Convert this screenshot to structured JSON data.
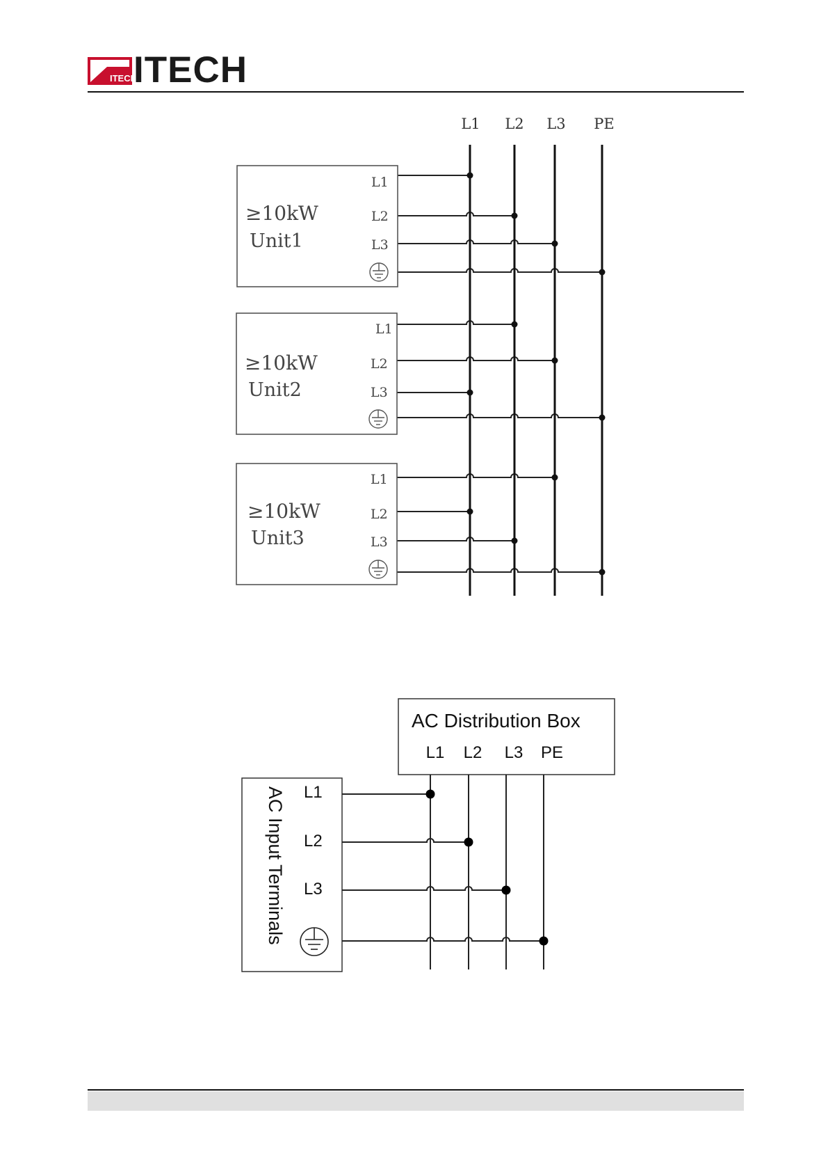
{
  "brand": {
    "name": "ITECH",
    "mark_text": "ITECH",
    "colors": {
      "mark_red": "#c8102e",
      "text": "#1a1a1a"
    }
  },
  "diagram_top": {
    "bus_labels": [
      "L1",
      "L2",
      "L3",
      "PE"
    ],
    "units": [
      {
        "rating": "≥10kW",
        "name": "Unit1",
        "terminals": [
          "L1",
          "L2",
          "L3"
        ],
        "ground_symbol": "protective-earth",
        "connections": {
          "L1": "L1",
          "L2": "L2",
          "L3": "L3",
          "PE": "PE"
        }
      },
      {
        "rating": "≥10kW",
        "name": "Unit2",
        "terminals": [
          "L1",
          "L2",
          "L3"
        ],
        "ground_symbol": "protective-earth",
        "connections": {
          "L1": "L2",
          "L2": "L3",
          "L3": "L1",
          "PE": "PE"
        }
      },
      {
        "rating": "≥10kW",
        "name": "Unit3",
        "terminals": [
          "L1",
          "L2",
          "L3"
        ],
        "ground_symbol": "protective-earth",
        "connections": {
          "L1": "L3",
          "L2": "L1",
          "L3": "L2",
          "PE": "PE"
        }
      }
    ]
  },
  "diagram_bottom": {
    "source_title": "AC Distribution Box",
    "source_labels": [
      "L1",
      "L2",
      "L3",
      "PE"
    ],
    "terminal_title": "AC Input Terminals",
    "terminal_labels": [
      "L1",
      "L2",
      "L3"
    ],
    "ground_symbol": "protective-earth"
  }
}
